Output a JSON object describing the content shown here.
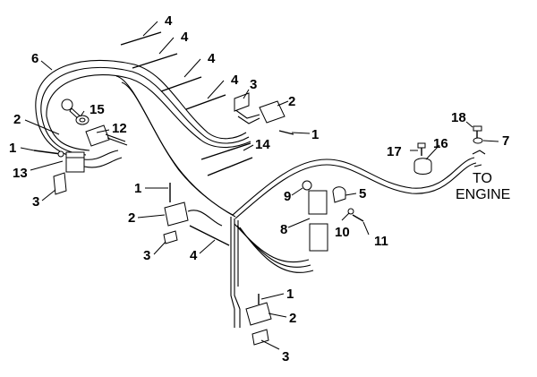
{
  "diagram": {
    "callouts": {
      "c1a": "1",
      "c1b": "1",
      "c1c": "1",
      "c1d": "1",
      "c2a": "2",
      "c2b": "2",
      "c2c": "2",
      "c2d": "2",
      "c3a": "3",
      "c3b": "3",
      "c3c": "3",
      "c3d": "3",
      "c4a": "4",
      "c4b": "4",
      "c4c": "4",
      "c4d": "4",
      "c4e": "4",
      "c5": "5",
      "c6": "6",
      "c7": "7",
      "c8": "8",
      "c9": "9",
      "c10": "10",
      "c11": "11",
      "c12": "12",
      "c13": "13",
      "c14": "14",
      "c15": "15",
      "c16": "16",
      "c17": "17",
      "c18": "18"
    },
    "engine_label_line1": "TO",
    "engine_label_line2": "ENGINE"
  }
}
